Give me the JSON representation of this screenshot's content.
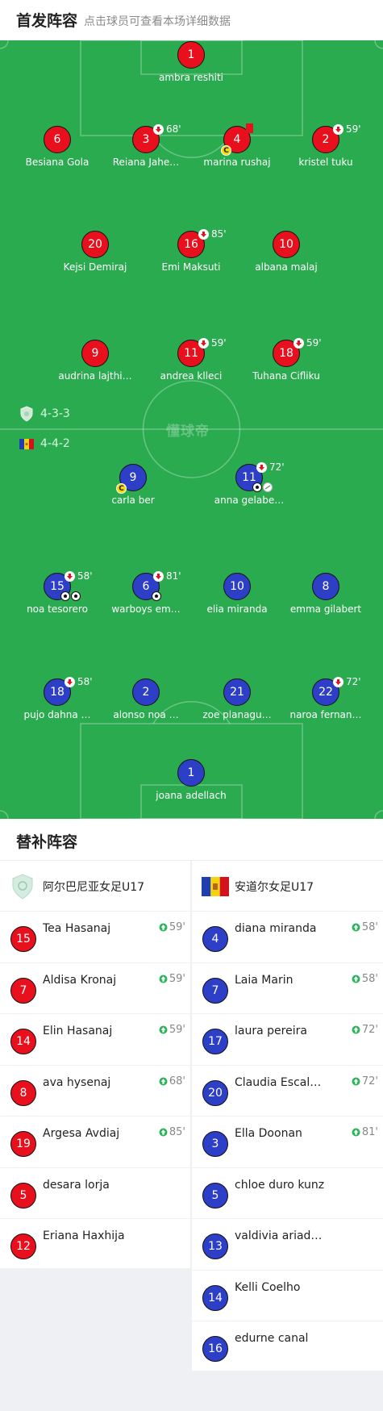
{
  "header": {
    "title": "首发阵容",
    "subtitle": "点击球员可查看本场详细数据"
  },
  "pitch": {
    "watermark": "懂球帝",
    "home_formation": "4-3-3",
    "away_formation": "4-4-2",
    "home_players": [
      {
        "num": "1",
        "name": "ambra reshiti"
      },
      {
        "num": "6",
        "name": "Besiana Gola"
      },
      {
        "num": "3",
        "name": "Reiana Jahe…",
        "sub_out": "68'"
      },
      {
        "num": "4",
        "name": "marina rushaj",
        "yellow": "C",
        "red_card": true
      },
      {
        "num": "2",
        "name": "kristel tuku",
        "sub_out": "59'"
      },
      {
        "num": "20",
        "name": "Kejsi Demiraj"
      },
      {
        "num": "16",
        "name": "Emi Maksuti",
        "sub_out": "85'"
      },
      {
        "num": "10",
        "name": "albana malaj"
      },
      {
        "num": "9",
        "name": "audrina lajthi…"
      },
      {
        "num": "11",
        "name": "andrea klleci",
        "sub_out": "59'"
      },
      {
        "num": "18",
        "name": "Tuhana Cifliku",
        "sub_out": "59'"
      }
    ],
    "away_players": [
      {
        "num": "9",
        "name": "carla ber",
        "captain": "C"
      },
      {
        "num": "11",
        "name": "anna gelabe…",
        "sub_out": "72'"
      },
      {
        "num": "15",
        "name": "noa tesorero",
        "sub_out": "58'"
      },
      {
        "num": "6",
        "name": "warboys em…",
        "sub_out": "81'"
      },
      {
        "num": "10",
        "name": "elia miranda"
      },
      {
        "num": "8",
        "name": "emma gilabert"
      },
      {
        "num": "18",
        "name": "pujo dahna …",
        "sub_out": "58'"
      },
      {
        "num": "2",
        "name": "alonso noa …"
      },
      {
        "num": "21",
        "name": "zoe planagu…"
      },
      {
        "num": "22",
        "name": "naroa fernan…",
        "sub_out": "72'"
      },
      {
        "num": "1",
        "name": "joana adellach"
      }
    ]
  },
  "subs": {
    "title": "替补阵容",
    "home_team": "阿尔巴尼亚女足U17",
    "away_team": "安道尔女足U17",
    "home": [
      {
        "num": "15",
        "name": "Tea Hasanaj",
        "in": "59'"
      },
      {
        "num": "7",
        "name": "Aldisa Kronaj",
        "in": "59'"
      },
      {
        "num": "14",
        "name": "Elin Hasanaj",
        "in": "59'"
      },
      {
        "num": "8",
        "name": "ava hysenaj",
        "in": "68'"
      },
      {
        "num": "19",
        "name": "Argesa Avdiaj",
        "in": "85'"
      },
      {
        "num": "5",
        "name": "desara lorja"
      },
      {
        "num": "12",
        "name": "Eriana Haxhija"
      }
    ],
    "away": [
      {
        "num": "4",
        "name": "diana miranda",
        "in": "58'"
      },
      {
        "num": "7",
        "name": "Laia Marin",
        "in": "58'"
      },
      {
        "num": "17",
        "name": "laura pereira",
        "in": "72'"
      },
      {
        "num": "20",
        "name": "Claudia Escal…",
        "in": "72'"
      },
      {
        "num": "3",
        "name": "Ella Doonan",
        "in": "81'"
      },
      {
        "num": "5",
        "name": "chloe duro kunz"
      },
      {
        "num": "13",
        "name": "valdivia ariad…"
      },
      {
        "num": "14",
        "name": "Kelli Coelho"
      },
      {
        "num": "16",
        "name": "edurne canal"
      }
    ]
  },
  "colors": {
    "pitch": "#2aab50",
    "home": "#e8101c",
    "away": "#2e3fc7",
    "sub_in": "#2bb35a"
  }
}
